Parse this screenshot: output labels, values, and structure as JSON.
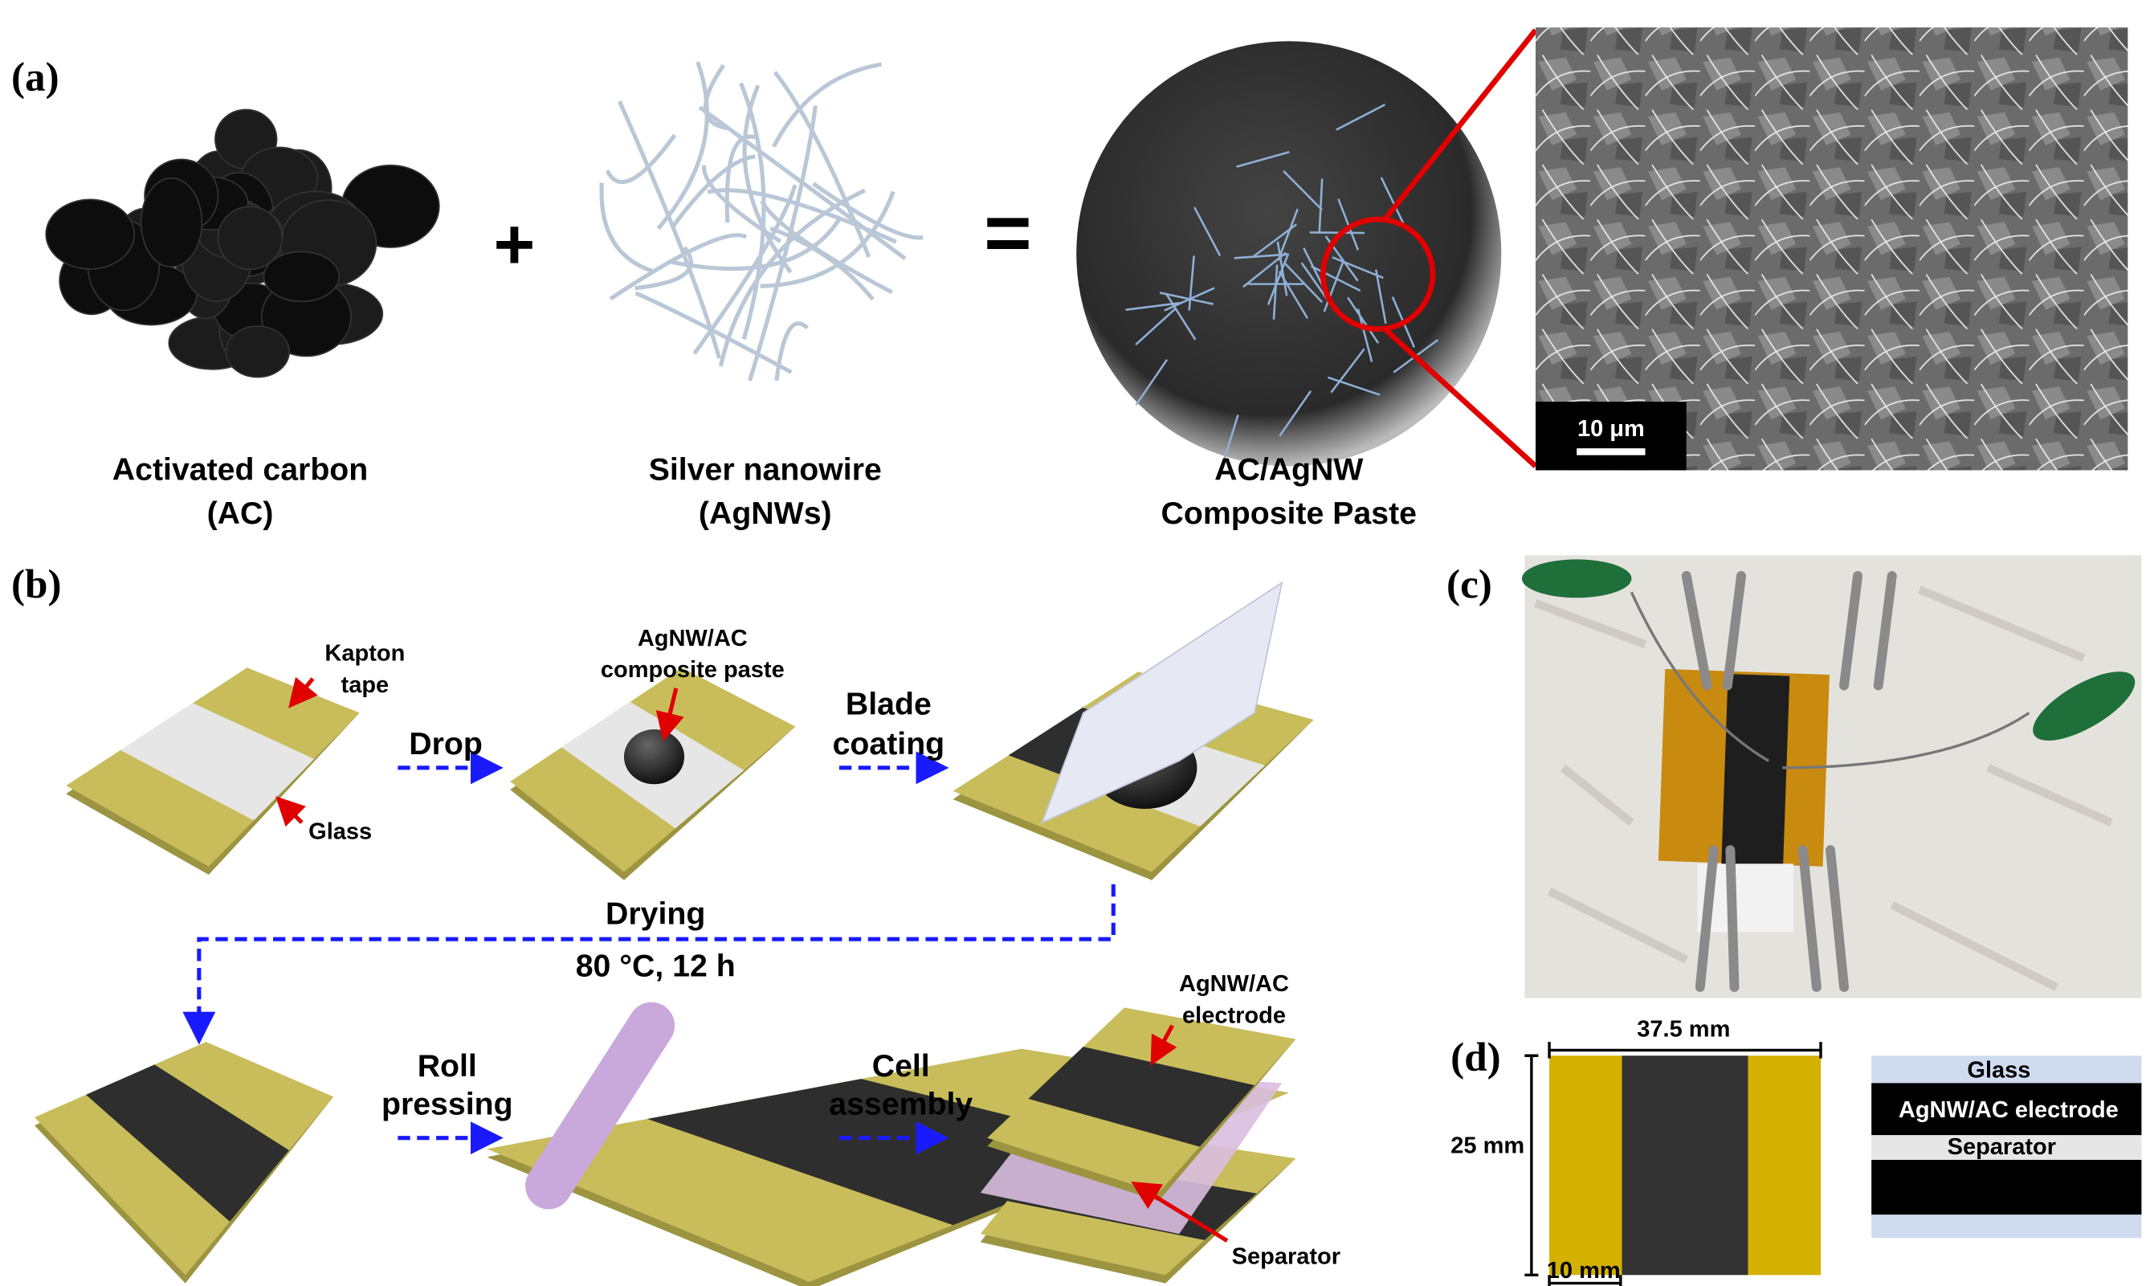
{
  "panels": {
    "a": {
      "label": "(a)",
      "plus": "+",
      "equals": "=",
      "ac": {
        "line1": "Activated carbon",
        "line2": "(AC)"
      },
      "agnw": {
        "line1": "Silver nanowire",
        "line2": "(AgNWs)"
      },
      "paste": {
        "line1": "AC/AgNW",
        "line2": "Composite Paste"
      },
      "sem_scale": "10 μm"
    },
    "b": {
      "label": "(b)",
      "kapton": {
        "line1": "Kapton",
        "line2": "tape"
      },
      "glass": "Glass",
      "drop": "Drop",
      "paste": {
        "line1": "AgNW/AC",
        "line2": "composite paste"
      },
      "blade": {
        "line1": "Blade",
        "line2": "coating"
      },
      "drying": "Drying",
      "drying_cond": "80 °C, 12 h",
      "roll": {
        "line1": "Roll",
        "line2": "pressing"
      },
      "cell": {
        "line1": "Cell",
        "line2": "assembly"
      },
      "electrode": {
        "line1": "AgNW/AC",
        "line2": "electrode"
      },
      "separator": "Separator"
    },
    "c": {
      "label": "(c)"
    },
    "d": {
      "label": "(d)",
      "width": "37.5 mm",
      "height": "25 mm",
      "tape_width": "10 mm",
      "layers": {
        "glass": "Glass",
        "electrode": "AgNW/AC electrode",
        "separator": "Separator"
      }
    }
  },
  "colors": {
    "kapton": "#c8bd5a",
    "glass": "#e6e6e6",
    "electrode": "#2e2e2e",
    "arrow": "#1a1aff",
    "pointer": "#e00000",
    "tape_d": "#d4b000",
    "glass_d": "#cfdcef",
    "separator_purple": "#d8bedf"
  }
}
